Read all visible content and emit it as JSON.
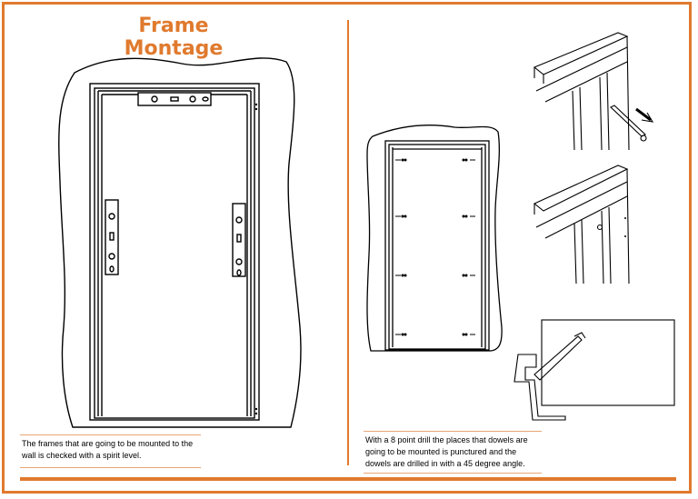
{
  "title": "Frame Montage",
  "captions": {
    "left": "The frames that are going to be mounted to the wall is checked with a spirit level.",
    "right": "With a 8 point drill the places that dowels are going to be mounted is punctured and the dowels are drilled in with a 45 degree angle."
  },
  "colors": {
    "accent": "#e07a2e",
    "line": "#000000"
  }
}
